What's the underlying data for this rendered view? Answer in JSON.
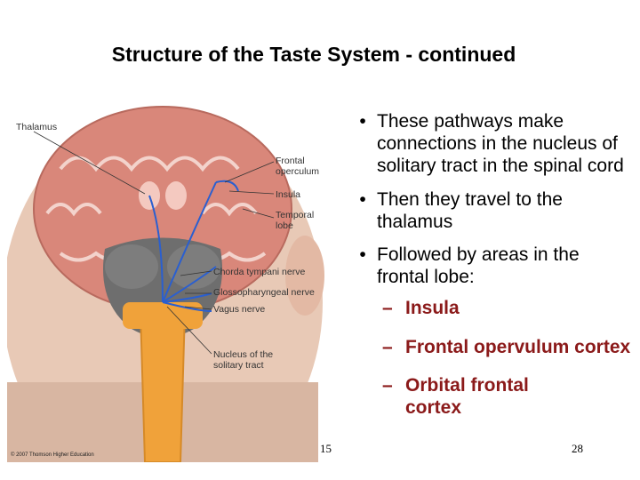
{
  "slide": {
    "title": "Structure of the Taste System - continued",
    "page_left": "15",
    "page_right": "28"
  },
  "figure": {
    "labels": {
      "thalamus": "Thalamus",
      "frontal_1": "Frontal",
      "frontal_2": "operculum",
      "insula": "Insula",
      "temporal_1": "Temporal",
      "temporal_2": "lobe",
      "chorda": "Chorda tympani nerve",
      "glosso": "Glossopharyngeal nerve",
      "vagus": "Vagus nerve",
      "nucleus_1": "Nucleus of the",
      "nucleus_2": "solitary tract"
    },
    "copyright": "© 2007 Thomson Higher Education",
    "colors": {
      "brain": "#d9877a",
      "brainstem": "#6e6e6e",
      "spinal_cord": "#f0a23a",
      "nerve": "#2a5fd0"
    }
  },
  "bullets": [
    {
      "marker": "•",
      "text": "These pathways make connections in the nucleus of solitary tract in the spinal cord"
    },
    {
      "marker": "•",
      "text": "Then they travel to the thalamus"
    },
    {
      "marker": "•",
      "text": "Followed by areas in the frontal lobe:"
    }
  ],
  "sub_bullets": [
    {
      "marker": "–",
      "text": "Insula"
    },
    {
      "marker": "–",
      "text": "Frontal opervulum cortex"
    },
    {
      "marker": "–",
      "text": "Orbital frontal cortex"
    }
  ]
}
